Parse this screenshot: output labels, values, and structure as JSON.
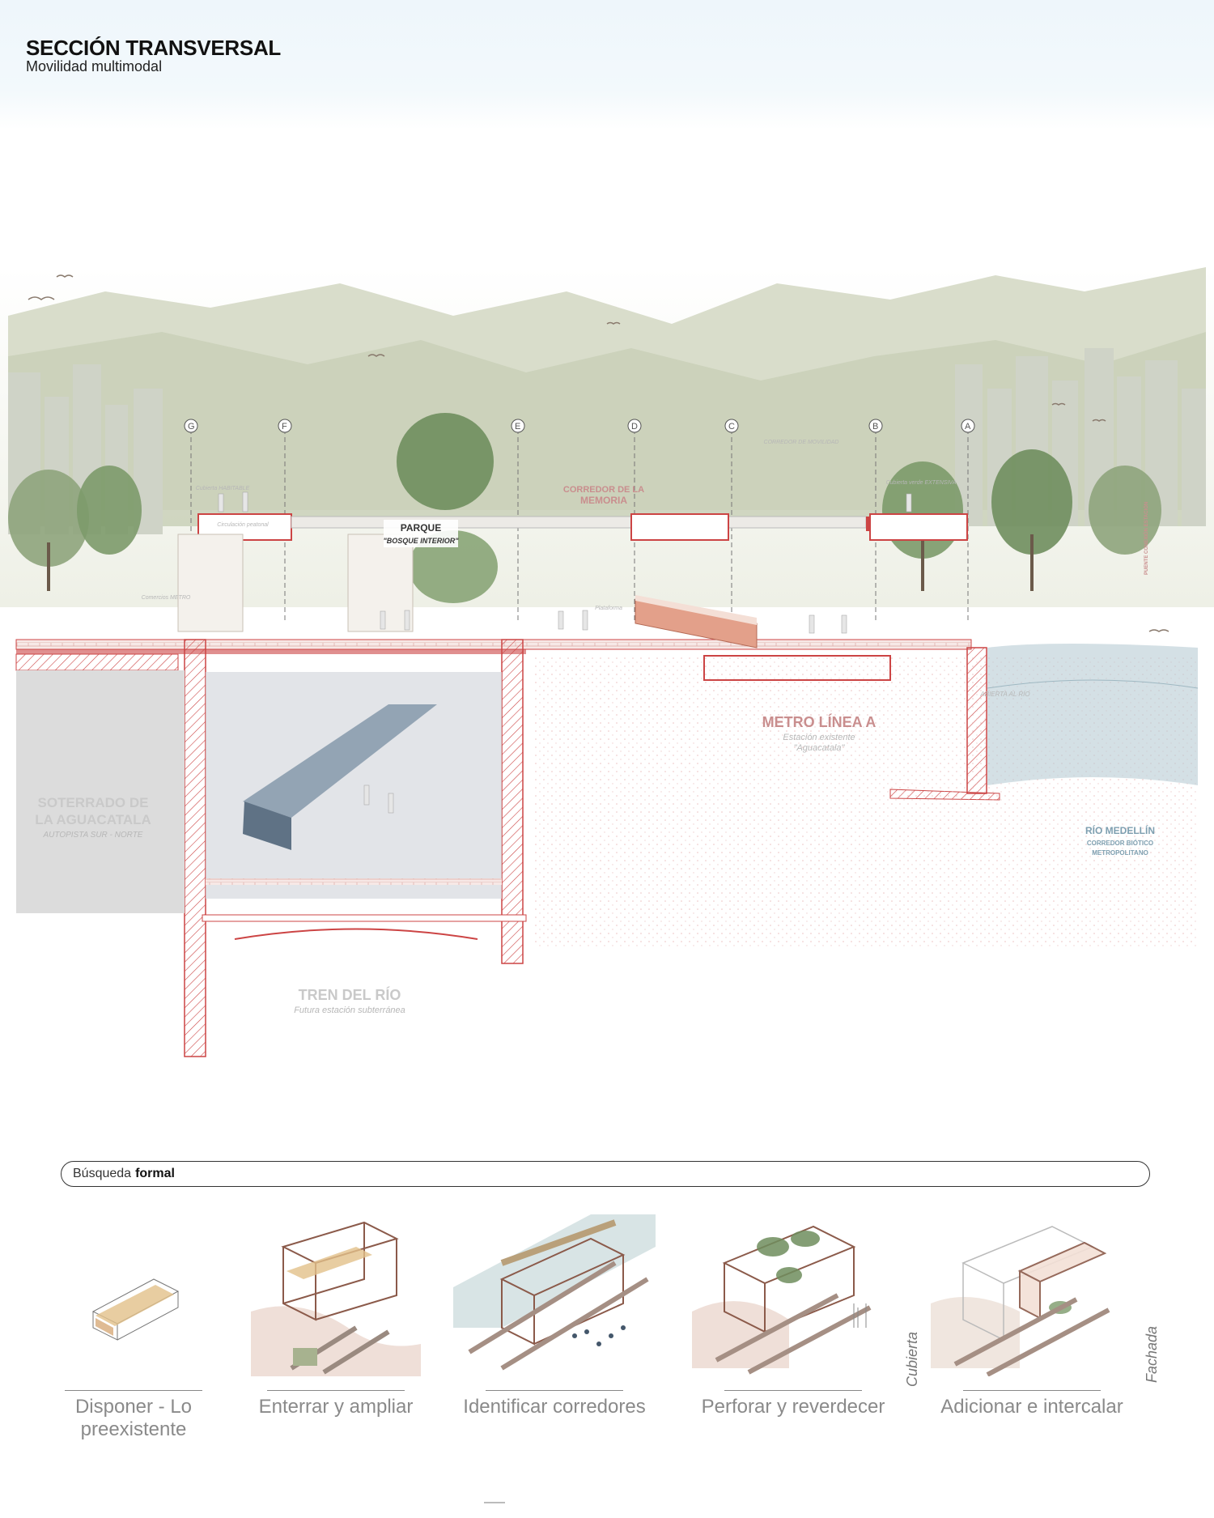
{
  "header": {
    "title": "SECCIÓN TRANSVERSAL",
    "subtitle": "Movilidad multimodal"
  },
  "section": {
    "grid_axes": [
      "G",
      "F",
      "E",
      "D",
      "C",
      "B",
      "A"
    ],
    "labels": {
      "soterrado_l1": "SOTERRADO DE",
      "soterrado_l2": "LA AGUACATALA",
      "soterrado_sub": "AUTOPISTA SUR - NORTE",
      "parque_l1": "PARQUE",
      "parque_l2": "\"BOSQUE INTERIOR\"",
      "corredor_l1": "CORREDOR DE LA",
      "corredor_l2": "MEMORIA",
      "metro": "METRO LÍNEA A",
      "metro_sub1": "Estación existente",
      "metro_sub2": "\"Aguacatala\"",
      "tren": "TREN DEL RÍO",
      "tren_sub": "Futura estación subterránea",
      "rio": "RÍO MEDELLÍN",
      "rio_sub1": "CORREDOR BIÓTICO",
      "rio_sub2": "METROPOLITANO",
      "circulacion": "Circulación peatonal",
      "cubierta_habitable": "Cubierta HABITABLE",
      "cubierta_extensiva": "Cubierta verde EXTENSIVA",
      "comercios": "Comercios METRO",
      "plataforma": "Plataforma",
      "corredor_movilidad": "CORREDOR DE MOVILIDAD",
      "puente": "PUENTE CONEXIÓN ESTACIÓN",
      "abierta": "ABIERTA AL RÍO"
    }
  },
  "busqueda": {
    "label": "Búsqueda",
    "label_bold": "formal"
  },
  "steps": [
    {
      "caption": "Disponer - Lo preexistente"
    },
    {
      "caption": "Enterrar y ampliar"
    },
    {
      "caption": "Identificar corredores"
    },
    {
      "caption": "Perforar y reverdecer"
    },
    {
      "caption": "Adicionar e intercalar"
    }
  ],
  "vertical_labels": {
    "cubierta": "Cubierta",
    "fachada": "Fachada"
  },
  "colors": {
    "accent_red": "#c0504d",
    "rule_red": "#cc4444",
    "sky": "#eef6fb",
    "mountain": "#c9d0b8",
    "water": "#b8ccd4",
    "foliage": "#7c9a6a"
  }
}
